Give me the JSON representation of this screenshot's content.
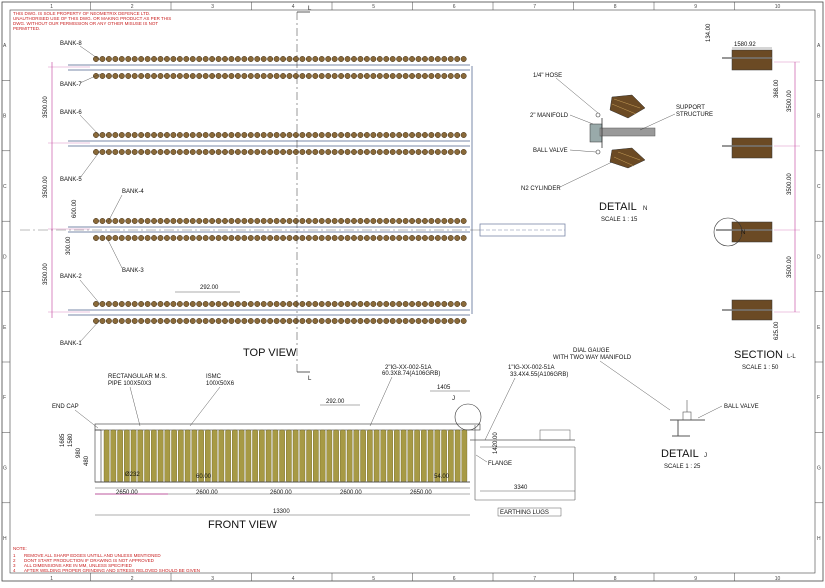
{
  "notice_lines": [
    "THIS DWG. IS SOLE PROPERTY OF NEOMETRIX DEFENCE LTD.",
    "UNAUTHORISED USE OF THIS DWG. OR MAKING PRODUCT AS PER THIS",
    "DWG. WITHOUT OUR PERMISSION OR ANY OTHER MISUSE IS NOT",
    "PERMITTED."
  ],
  "zone_columns": [
    "1",
    "2",
    "3",
    "4",
    "5",
    "6",
    "7",
    "8",
    "9",
    "10"
  ],
  "zone_rows": [
    "A",
    "B",
    "C",
    "D",
    "E",
    "F",
    "G",
    "H"
  ],
  "top_view": {
    "title": "TOP VIEW",
    "section_mark": "L",
    "banks": [
      "BANK-8",
      "BANK-7",
      "BANK-6",
      "BANK-5",
      "BANK-4",
      "BANK-3",
      "BANK-2",
      "BANK-1"
    ],
    "dims": {
      "spacing_1": "3500.00",
      "spacing_2": "3500.00",
      "spacing_3": "3500.00",
      "d_600": "600.00",
      "d_300": "300.00",
      "d_292": "292.00"
    }
  },
  "detail_n": {
    "title": "DETAIL",
    "letter": "N",
    "scale": "SCALE 1 : 15",
    "labels": {
      "hose": "1/4\" HOSE",
      "manifold": "2\" MANIFOLD",
      "support": "SUPPORT",
      "structure": "STRUCTURE",
      "ball_valve": "BALL VALVE",
      "cylinder": "N2 CYLINDER"
    }
  },
  "section_ll": {
    "title": "SECTION",
    "letters": "L-L",
    "scale": "SCALE 1 : 50",
    "mark": "N",
    "dims": {
      "d134": "134.00",
      "d1580": "1580.92",
      "d368": "368.00",
      "v1": "3500.00",
      "v2": "3500.00",
      "v3": "3500.00",
      "d625": "625.00"
    }
  },
  "front_view": {
    "title": "FRONT VIEW",
    "labels": {
      "rect_pipe_1": "RECTANGULAR M.S.",
      "rect_pipe_2": "PIPE 100X50X3",
      "ismc_1": "ISMC",
      "ismc_2": "100X50X6",
      "end_cap": "END CAP",
      "pipe2_1": "2\"IG-XX-002-51A",
      "pipe2_2": "60.3X8.74(A106GRB)",
      "pipe1_1": "1\"IG-XX-002-51A",
      "pipe1_2": "33.4X4.55(A106GRB)",
      "gauge_1": "DIAL GAUGE",
      "gauge_2": "WITH TWO WAY MANIFOLD",
      "flange": "FLANGE",
      "earthing": "EARTHING LUGS",
      "detail_j_mark": "J"
    },
    "dims": {
      "d1685": "1685",
      "d1580": "1580",
      "d980": "980",
      "d480": "480",
      "dia232": "Ø232",
      "d60": "60.00",
      "d292": "292.00",
      "d1405": "1405",
      "d1420": "1420.00",
      "d54": "54.00",
      "d3340": "3340",
      "seg1": "2650.00",
      "seg2": "2600.00",
      "seg3": "2600.00",
      "seg4": "2600.00",
      "seg5": "2650.00",
      "total": "13300"
    }
  },
  "detail_j": {
    "title": "DETAIL",
    "letter": "J",
    "scale": "SCALE 1 : 25",
    "label_valve": "BALL VALVE"
  },
  "notes": {
    "heading": "NOTE:",
    "items": [
      "REMOVE ALL SHARP EDGES UNTILL AND UNLESS MENTIONED",
      "DONT START PRODUCTION IF DRAWING IS NOT APPROVED",
      "ALL DIMENSIONS ARE IN MM, UNLESS SPECIFIED",
      "AFTER WELDING PROPER GRINDING AND STRESS RELOVED SHOULD BE GIVEN"
    ]
  }
}
